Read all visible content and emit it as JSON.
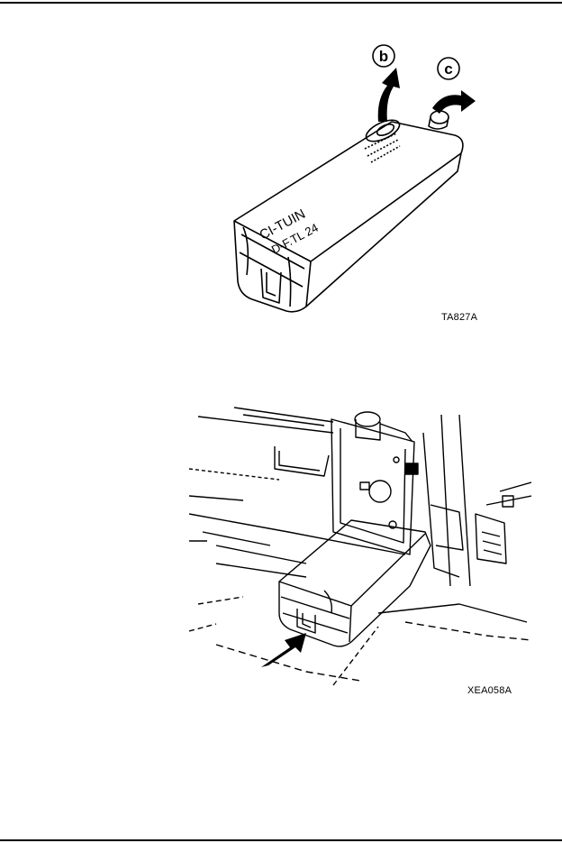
{
  "figures": [
    {
      "caption": "TA827A",
      "labels": {
        "b": "b",
        "c": "c"
      },
      "cartridge_text": [
        "CI-TUIN",
        "D-F.TL 24"
      ]
    },
    {
      "caption": "XEA058A"
    }
  ]
}
